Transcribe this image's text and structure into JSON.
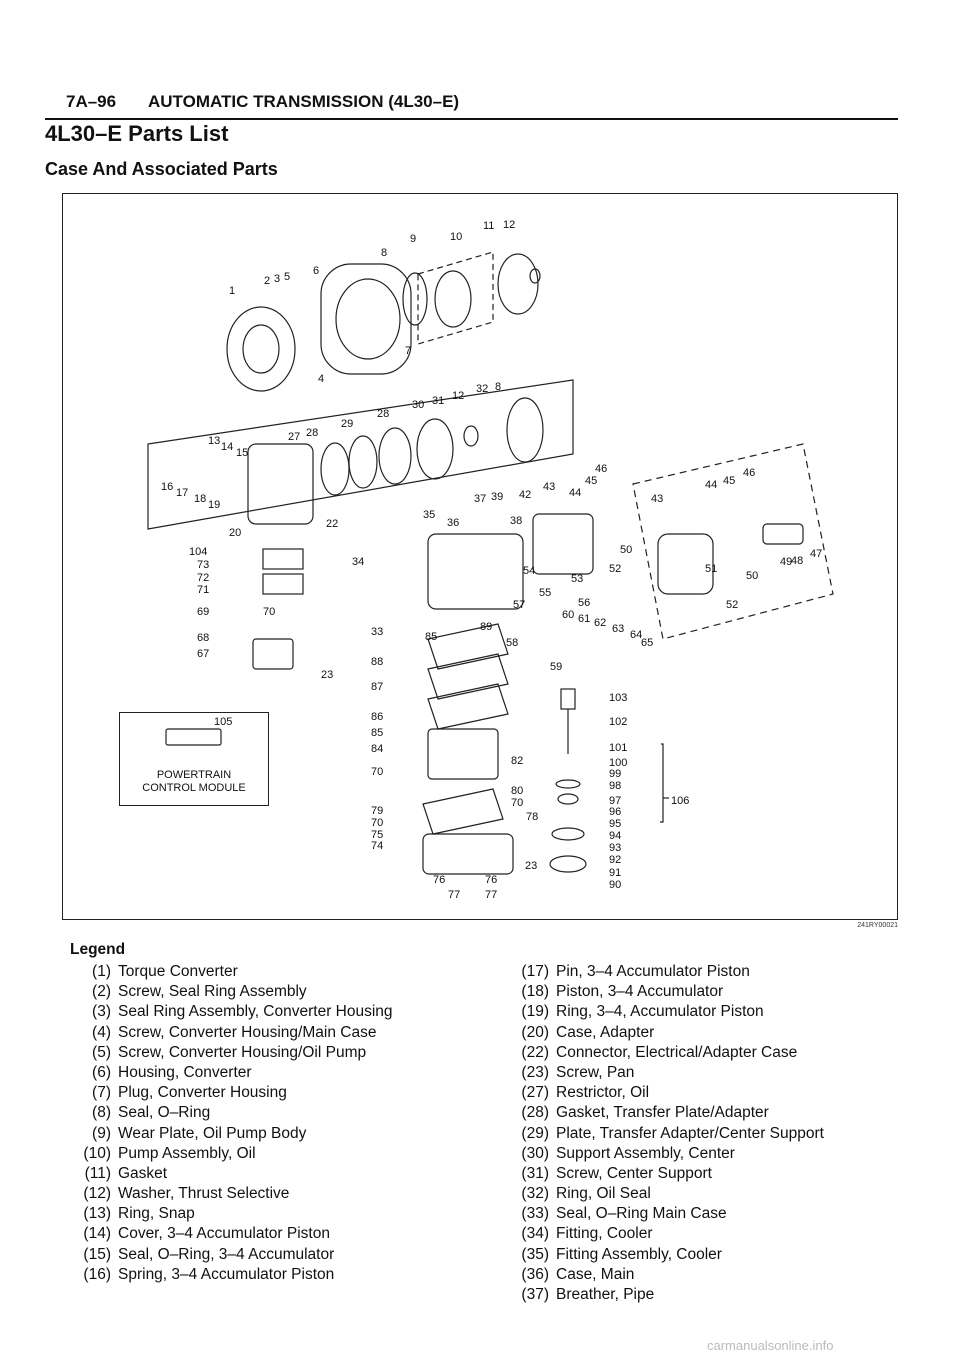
{
  "header": {
    "page_number": "7A–96",
    "section_title": "AUTOMATIC TRANSMISSION (4L30–E)"
  },
  "title": "4L30–E Parts List",
  "subtitle": "Case And Associated Parts",
  "figure": {
    "figure_id": "241RY00021",
    "pcm_box": {
      "number": "105",
      "label_line1": "POWERTRAIN",
      "label_line2": "CONTROL MODULE"
    },
    "callouts": [
      "1",
      "2",
      "3",
      "5",
      "6",
      "8",
      "9",
      "10",
      "11",
      "12",
      "7",
      "4",
      "13",
      "14",
      "15",
      "16",
      "17",
      "18",
      "19",
      "20",
      "22",
      "27",
      "28",
      "29",
      "28",
      "30",
      "31",
      "12",
      "32",
      "8",
      "35",
      "36",
      "37",
      "39",
      "38",
      "42",
      "43",
      "44",
      "45",
      "46",
      "43",
      "44",
      "45",
      "46",
      "50",
      "52",
      "51",
      "50",
      "49",
      "48",
      "47",
      "52",
      "54",
      "53",
      "55",
      "57",
      "56",
      "60",
      "61",
      "62",
      "63",
      "64",
      "65",
      "58",
      "59",
      "89",
      "85",
      "33",
      "34",
      "104",
      "73",
      "72",
      "71",
      "69",
      "70",
      "68",
      "67",
      "23",
      "88",
      "87",
      "86",
      "85",
      "84",
      "70",
      "82",
      "80",
      "70",
      "79",
      "70",
      "75",
      "74",
      "78",
      "23",
      "76",
      "77",
      "76",
      "77",
      "103",
      "102",
      "101",
      "100",
      "99",
      "98",
      "97",
      "106",
      "96",
      "95",
      "94",
      "93",
      "92",
      "91",
      "90"
    ]
  },
  "legend": {
    "title": "Legend",
    "left": [
      {
        "num": "(1)",
        "text": "Torque Converter"
      },
      {
        "num": "(2)",
        "text": "Screw, Seal Ring Assembly"
      },
      {
        "num": "(3)",
        "text": "Seal Ring Assembly, Converter Housing"
      },
      {
        "num": "(4)",
        "text": "Screw, Converter Housing/Main Case"
      },
      {
        "num": "(5)",
        "text": "Screw, Converter Housing/Oil Pump"
      },
      {
        "num": "(6)",
        "text": "Housing, Converter"
      },
      {
        "num": "(7)",
        "text": "Plug, Converter Housing"
      },
      {
        "num": "(8)",
        "text": "Seal, O–Ring"
      },
      {
        "num": "(9)",
        "text": "Wear Plate, Oil Pump Body"
      },
      {
        "num": "(10)",
        "text": "Pump Assembly, Oil"
      },
      {
        "num": "(11)",
        "text": "Gasket"
      },
      {
        "num": "(12)",
        "text": "Washer, Thrust Selective"
      },
      {
        "num": "(13)",
        "text": "Ring, Snap"
      },
      {
        "num": "(14)",
        "text": "Cover, 3–4 Accumulator Piston"
      },
      {
        "num": "(15)",
        "text": "Seal, O–Ring, 3–4 Accumulator"
      },
      {
        "num": "(16)",
        "text": "Spring, 3–4 Accumulator Piston"
      }
    ],
    "right": [
      {
        "num": "(17)",
        "text": "Pin, 3–4 Accumulator Piston"
      },
      {
        "num": "(18)",
        "text": "Piston, 3–4 Accumulator"
      },
      {
        "num": "(19)",
        "text": "Ring, 3–4, Accumulator Piston"
      },
      {
        "num": "(20)",
        "text": "Case, Adapter"
      },
      {
        "num": "(22)",
        "text": "Connector, Electrical/Adapter Case"
      },
      {
        "num": "(23)",
        "text": "Screw, Pan"
      },
      {
        "num": "(27)",
        "text": "Restrictor, Oil"
      },
      {
        "num": "(28)",
        "text": "Gasket, Transfer Plate/Adapter"
      },
      {
        "num": "(29)",
        "text": "Plate, Transfer Adapter/Center Support"
      },
      {
        "num": "(30)",
        "text": "Support Assembly, Center"
      },
      {
        "num": "(31)",
        "text": "Screw, Center Support"
      },
      {
        "num": "(32)",
        "text": "Ring, Oil Seal"
      },
      {
        "num": "(33)",
        "text": "Seal, O–Ring Main Case"
      },
      {
        "num": "(34)",
        "text": "Fitting, Cooler"
      },
      {
        "num": "(35)",
        "text": "Fitting Assembly, Cooler"
      },
      {
        "num": "(36)",
        "text": "Case, Main"
      },
      {
        "num": "(37)",
        "text": "Breather, Pipe"
      }
    ]
  },
  "watermark": "carmanualsonline.info"
}
